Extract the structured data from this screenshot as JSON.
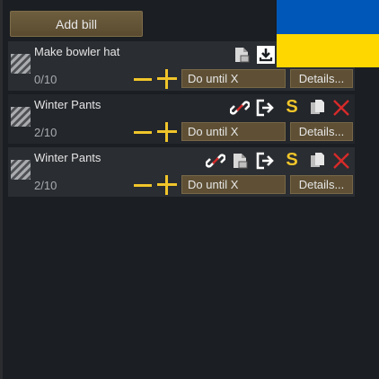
{
  "toolbar": {
    "add_bill_label": "Add bill"
  },
  "bills": [
    {
      "name": "Make bowler hat",
      "count": "0/10",
      "repeat_mode": "Do until X",
      "details_label": "Details..."
    },
    {
      "name": "Winter Pants",
      "count": "2/10",
      "repeat_mode": "Do until X",
      "details_label": "Details...",
      "store_symbol": "S"
    },
    {
      "name": "Winter Pants",
      "count": "2/10",
      "repeat_mode": "Do until X",
      "details_label": "Details...",
      "store_symbol": "S"
    }
  ],
  "colors": {
    "accent_yellow": "#f0c52a",
    "button_brown": "#5f5035",
    "delete_red": "#d62a2a",
    "flag_blue": "#0057b7",
    "flag_yellow": "#ffd700"
  },
  "icons": [
    "drag-handle-icon",
    "paste-icon",
    "download-icon",
    "link-broken-icon",
    "export-icon",
    "store-icon",
    "copy-icon",
    "delete-icon",
    "minus-icon",
    "plus-icon"
  ]
}
